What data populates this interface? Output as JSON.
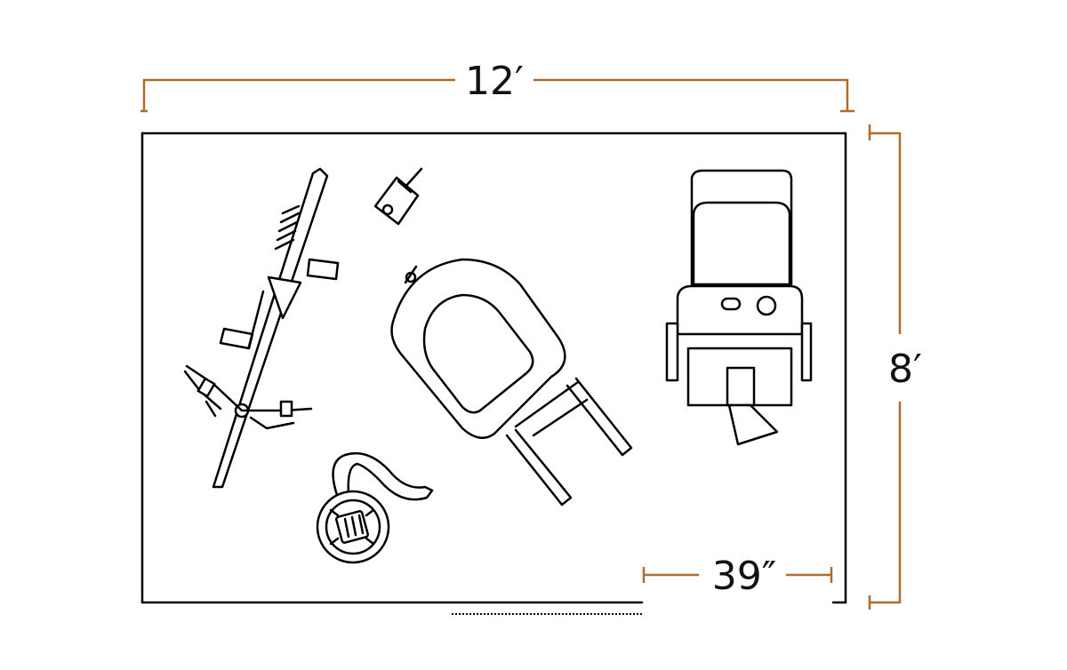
{
  "dimensions": {
    "width_label": "12′",
    "height_label": "8′",
    "opening_label": "39″"
  },
  "colors": {
    "dimension_line": "#b06a2c",
    "outline": "#000000",
    "background": "#ffffff"
  },
  "items": [
    {
      "name": "rowing-machine",
      "icon": "rowing-machine-icon"
    },
    {
      "name": "weight-bench",
      "icon": "weight-bench-icon"
    },
    {
      "name": "exercise-bike",
      "icon": "exercise-bike-icon"
    },
    {
      "name": "floor-vacuum",
      "icon": "vacuum-icon"
    },
    {
      "name": "remote-control",
      "icon": "remote-icon"
    }
  ]
}
